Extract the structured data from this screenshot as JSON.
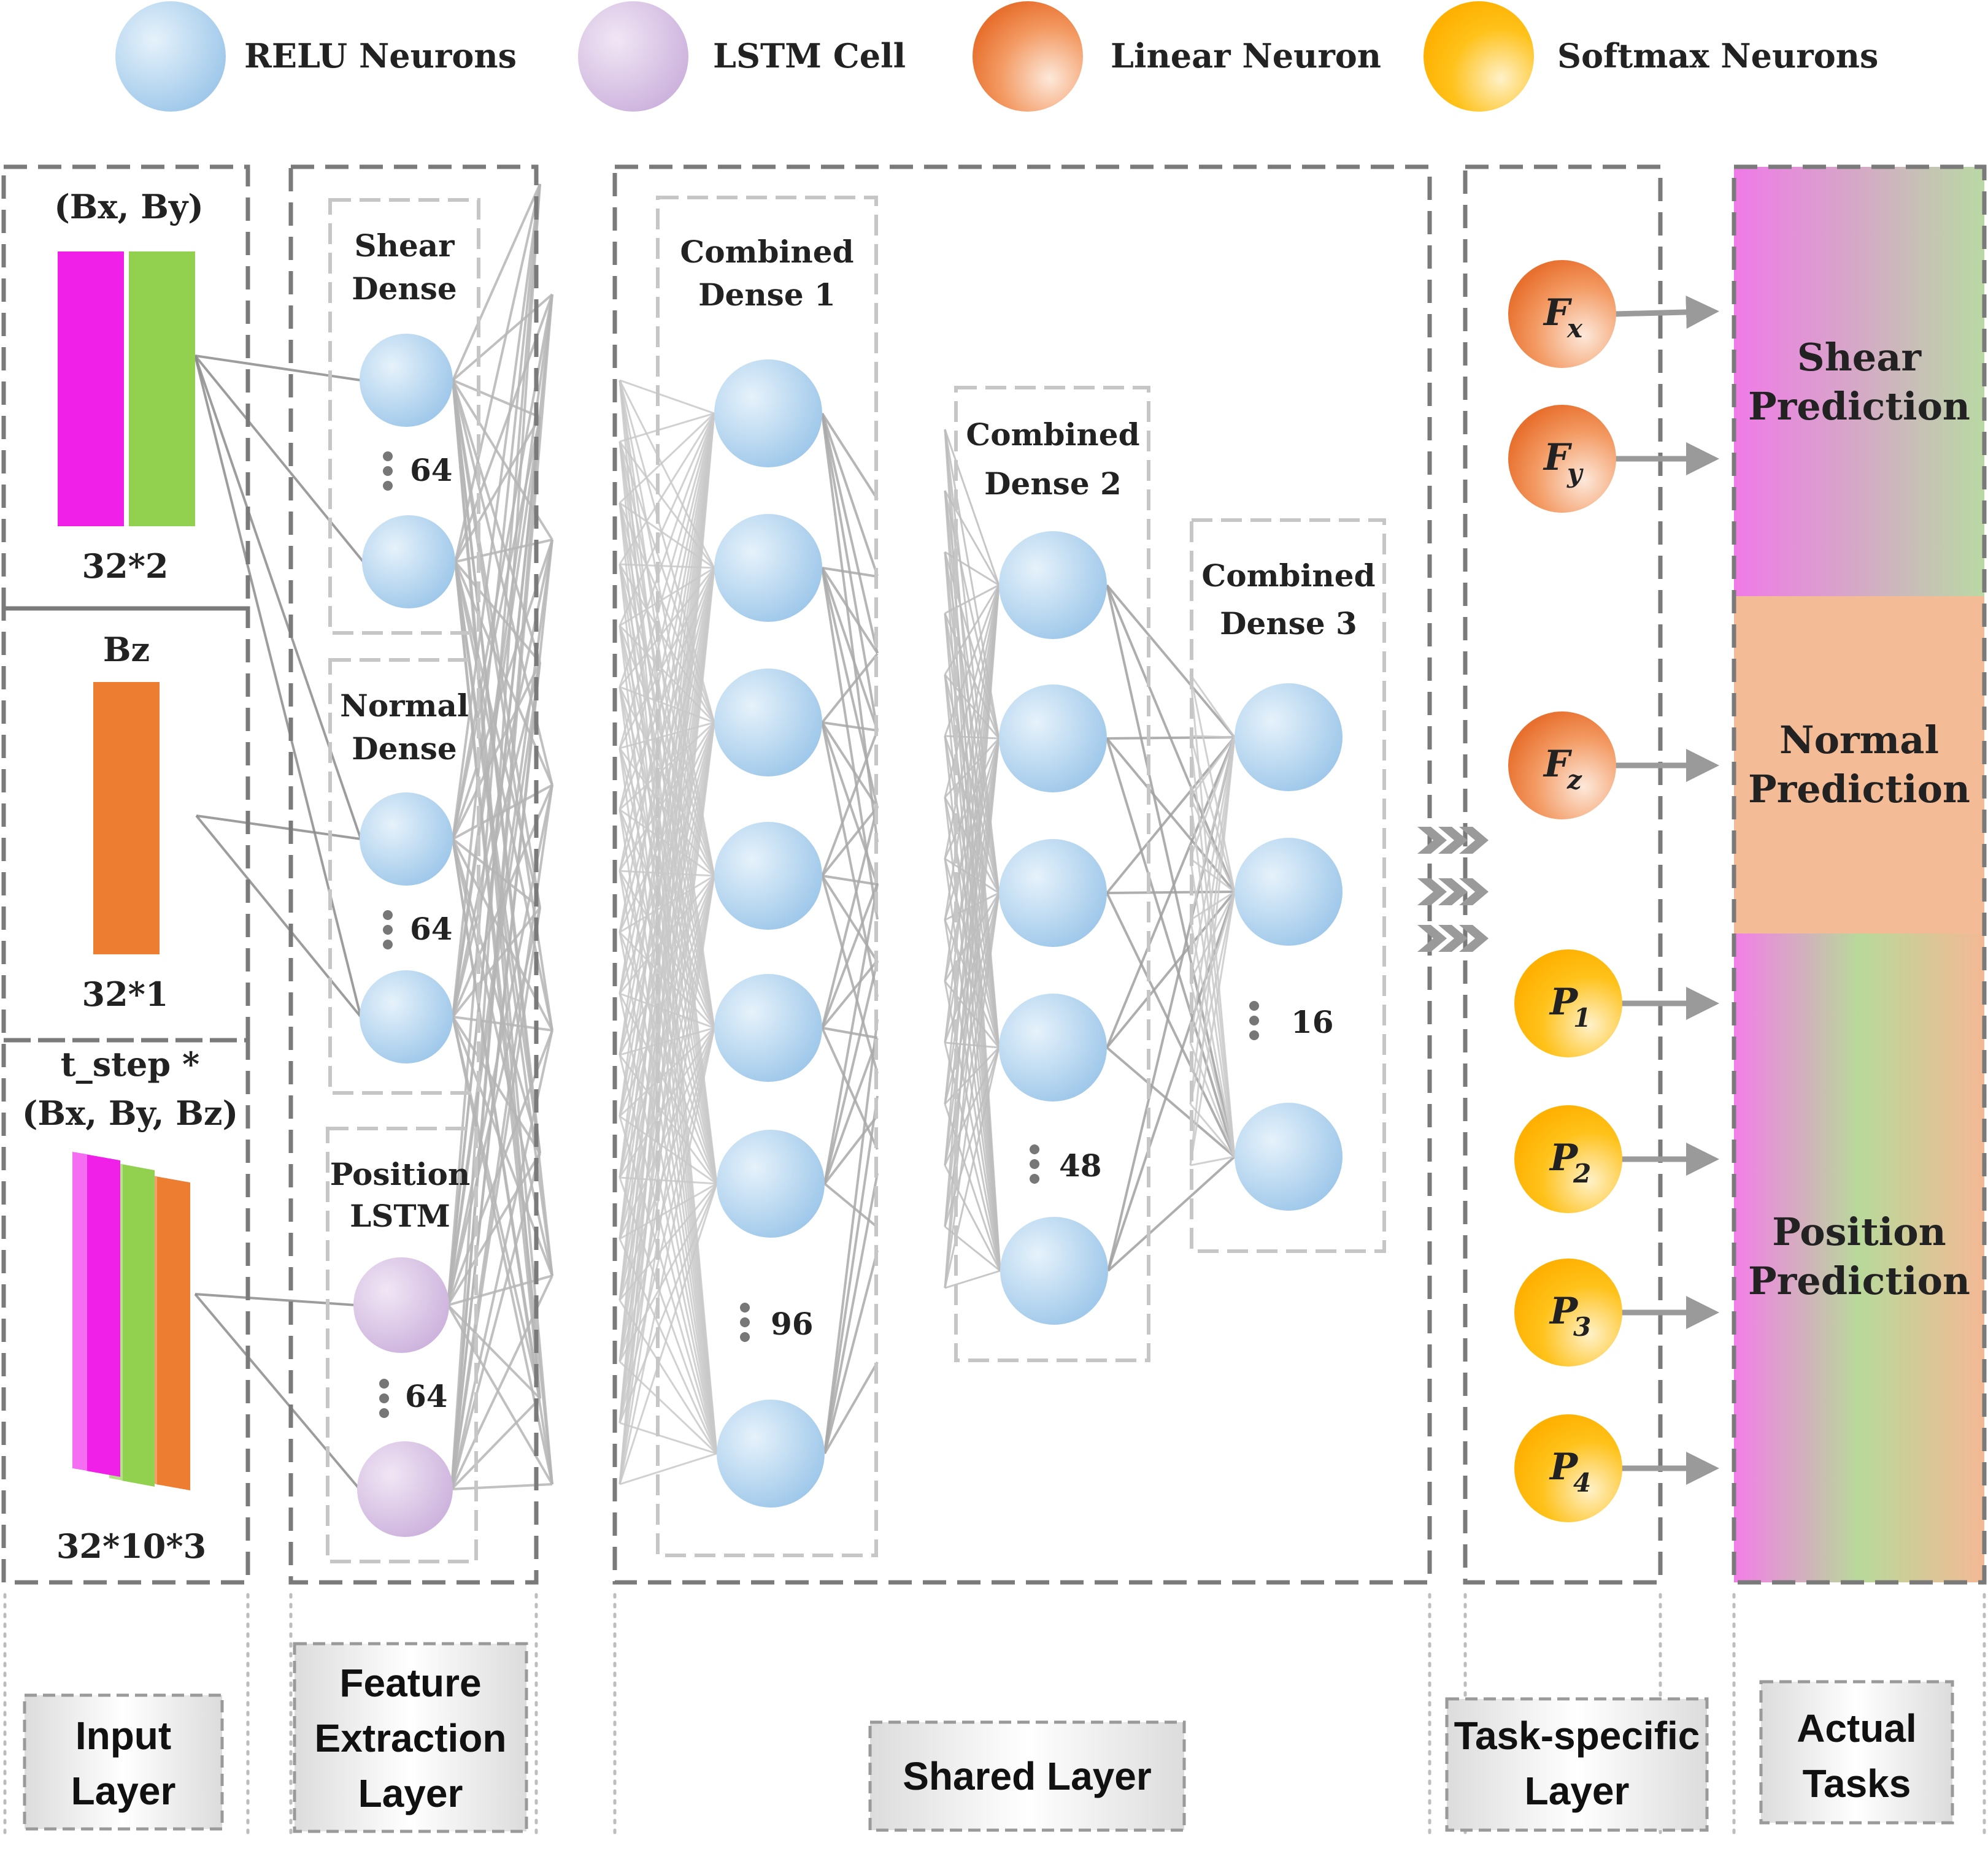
{
  "legend": [
    {
      "label": "RELU Neurons",
      "icon": "relu-neuron-icon",
      "color": "#a9d0ee"
    },
    {
      "label": "LSTM Cell",
      "icon": "lstm-cell-icon",
      "color": "#d9c3e4"
    },
    {
      "label": "Linear Neuron",
      "icon": "linear-neuron-icon",
      "color": "#f0894f"
    },
    {
      "label": "Softmax Neurons",
      "icon": "softmax-neuron-icon",
      "color": "#ffc000"
    }
  ],
  "input_layer": {
    "bxby": {
      "title": "(Bx, By)",
      "size": "32*2",
      "colors": [
        "#f020e8",
        "#92d050"
      ]
    },
    "bz": {
      "title": "Bz",
      "size": "32*1",
      "color": "#ed7d31"
    },
    "seq": {
      "title_line1": "t_step *",
      "title_line2": "(Bx, By, Bz)",
      "size": "32*10*3"
    }
  },
  "feature_layer": {
    "shear": {
      "title_line1": "Shear",
      "title_line2": "Dense",
      "count": "64"
    },
    "normal": {
      "title_line1": "Normal",
      "title_line2": "Dense",
      "count": "64"
    },
    "position": {
      "title_line1": "Position",
      "title_line2": "LSTM",
      "count": "64"
    }
  },
  "shared_layer": {
    "dense1": {
      "title_line1": "Combined",
      "title_line2": "Dense 1",
      "count": "96"
    },
    "dense2": {
      "title_line1": "Combined",
      "title_line2": "Dense 2",
      "count": "48"
    },
    "dense3": {
      "title_line1": "Combined",
      "title_line2": "Dense 3",
      "count": "16"
    }
  },
  "task_layer": {
    "outputs": [
      {
        "symbol": "F",
        "sub": "x",
        "kind": "linear"
      },
      {
        "symbol": "F",
        "sub": "y",
        "kind": "linear"
      },
      {
        "symbol": "F",
        "sub": "z",
        "kind": "linear"
      },
      {
        "symbol": "P",
        "sub": "1",
        "kind": "softmax"
      },
      {
        "symbol": "P",
        "sub": "2",
        "kind": "softmax"
      },
      {
        "symbol": "P",
        "sub": "3",
        "kind": "softmax"
      },
      {
        "symbol": "P",
        "sub": "4",
        "kind": "softmax"
      }
    ]
  },
  "actual_tasks": {
    "shear": {
      "line1": "Shear",
      "line2": "Prediction"
    },
    "normal": {
      "line1": "Normal",
      "line2": "Prediction"
    },
    "position": {
      "line1": "Position",
      "line2": "Prediction"
    }
  },
  "layer_labels": {
    "input": {
      "line1": "Input",
      "line2": "Layer"
    },
    "feature": {
      "line1": "Feature",
      "line2": "Extraction",
      "line3": "Layer"
    },
    "shared": {
      "line1": "Shared Layer"
    },
    "task": {
      "line1": "Task-specific",
      "line2": "Layer"
    },
    "actual": {
      "line1": "Actual",
      "line2": "Tasks"
    }
  }
}
